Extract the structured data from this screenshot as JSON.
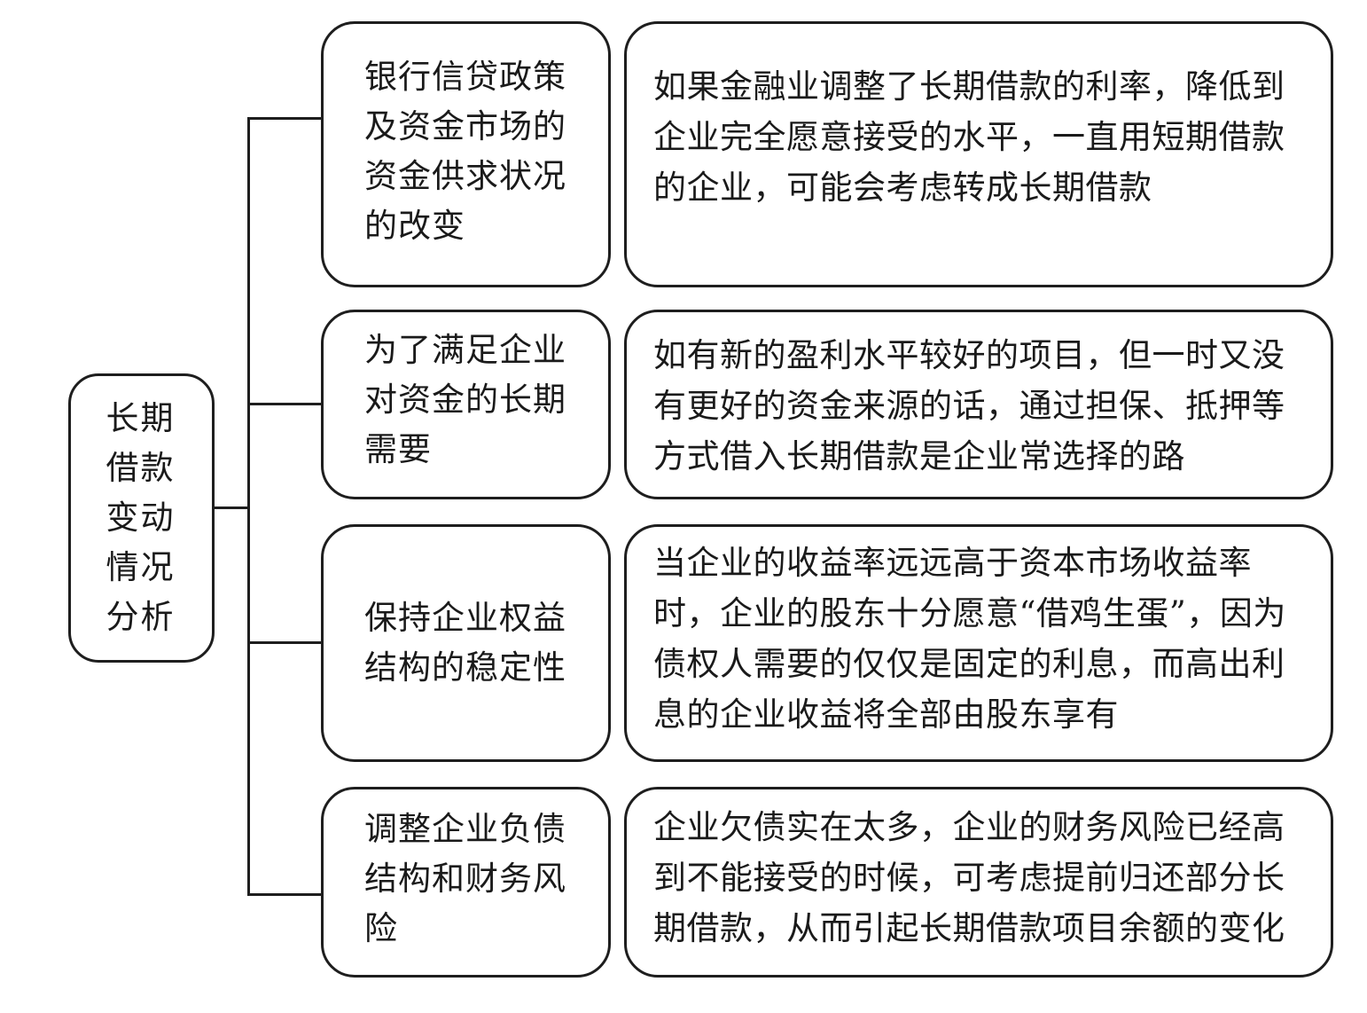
{
  "root": {
    "label": "长期借款变动情况分析"
  },
  "branches": [
    {
      "factor": "银行信贷政策及资金市场的资金供求状况的改变",
      "explanation": "如果金融业调整了长期借款的利率，降低到企业完全愿意接受的水平，一直用短期借款的企业，可能会考虑转成长期借款"
    },
    {
      "factor": "为了满足企业对资金的长期需要",
      "explanation": "如有新的盈利水平较好的项目，但一时又没有更好的资金来源的话，通过担保、抵押等方式借入长期借款是企业常选择的路"
    },
    {
      "factor": "保持企业权益结构的稳定性",
      "explanation": "当企业的收益率远远高于资本市场收益率时，企业的股东十分愿意“借鸡生蛋”，因为债权人需要的仅仅是固定的利息，而高出利息的企业收益将全部由股东享有"
    },
    {
      "factor": "调整企业负债结构和财务风险",
      "explanation": "企业欠债实在太多，企业的财务风险已经高到不能接受的时候，可考虑提前归还部分长期借款，从而引起长期借款项目余额的变化"
    }
  ],
  "colors": {
    "stroke": "#1e1e1e",
    "text": "#1a1a1a",
    "background": "#ffffff"
  }
}
